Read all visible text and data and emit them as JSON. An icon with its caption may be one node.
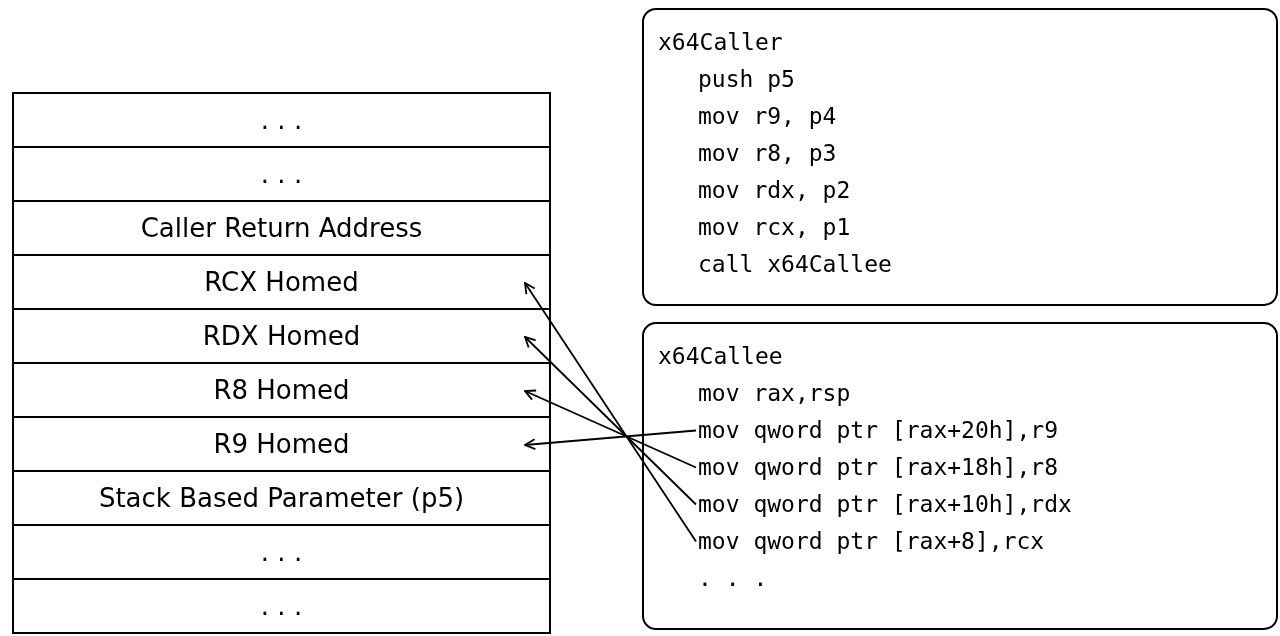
{
  "diagram": {
    "nodes": [
      {
        "text": [
          ". . ."
        ]
      },
      {
        "text": [
          ". . ."
        ]
      },
      {
        "text": [
          "Caller Return Address"
        ]
      },
      {
        "text": [
          "RCX Homed"
        ]
      },
      {
        "text": [
          "RDX Homed"
        ]
      },
      {
        "text": [
          "R8 Homed"
        ]
      },
      {
        "text": [
          "R9 Homed"
        ]
      },
      {
        "text": [
          "Stack Based Parameter (p5)"
        ]
      },
      {
        "text": [
          ". . ."
        ]
      },
      {
        "text": [
          ". . ."
        ]
      },
      {
        "text": [
          "x64Caller",
          "push p5",
          "mov r9, p4",
          "mov r8, p3",
          "mov rdx, p2",
          "mov rcx, p1",
          "call x64Callee"
        ]
      },
      {
        "text": [
          "x64Callee",
          "mov rax,rsp",
          ". . ."
        ]
      },
      {
        "text": [
          "mov qword ptr [rax+20h],r9"
        ],
        "in": 11
      },
      {
        "text": [
          "mov qword ptr [rax+18h],r8"
        ],
        "in": 11
      },
      {
        "text": [
          "mov qword ptr [rax+10h],rdx"
        ],
        "in": 11
      },
      {
        "text": [
          "mov qword ptr [rax+8],rcx"
        ],
        "in": 11
      }
    ],
    "edges": [
      {
        "from": 12,
        "to": 6,
        "arrow": "to"
      },
      {
        "from": 13,
        "to": 5,
        "arrow": "to"
      },
      {
        "from": 14,
        "to": 4,
        "arrow": "to"
      },
      {
        "from": 15,
        "to": 3,
        "arrow": "to"
      }
    ]
  }
}
